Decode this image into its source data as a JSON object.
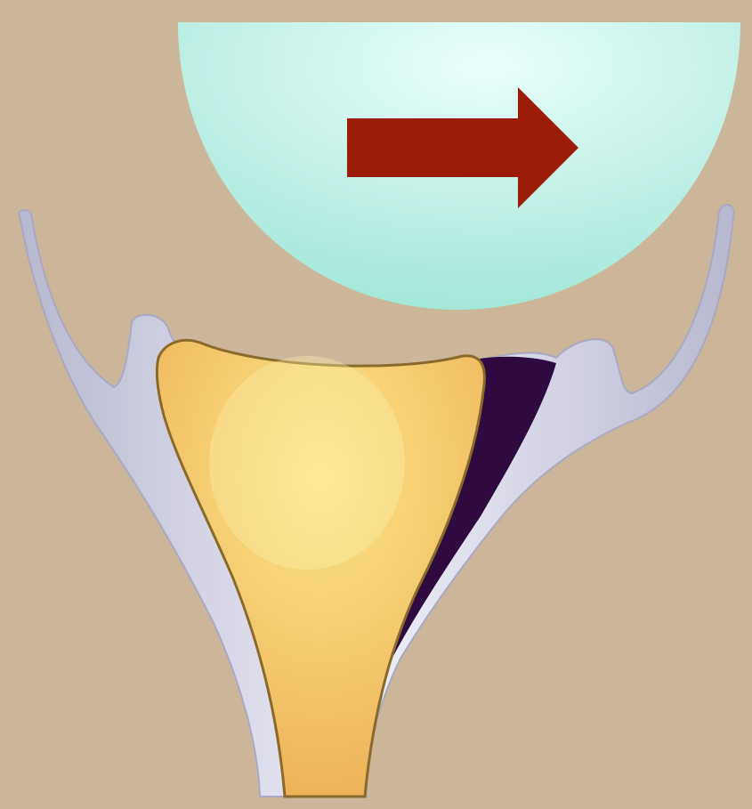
{
  "diagram": {
    "colors": {
      "background": "#cfb99c",
      "dome_light": "#eafdfb",
      "dome_dark": "#9ee6d6",
      "arrow": "#9b1c08",
      "sheath_light": "#eeeef8",
      "sheath_dark": "#b8b8d0",
      "core_light": "#fbe58a",
      "core_dark": "#eeb056",
      "gap": "#2e0a40"
    },
    "arrow_direction": "right",
    "shapes": [
      "dome",
      "arrow-right",
      "sheath",
      "core",
      "gap"
    ]
  }
}
